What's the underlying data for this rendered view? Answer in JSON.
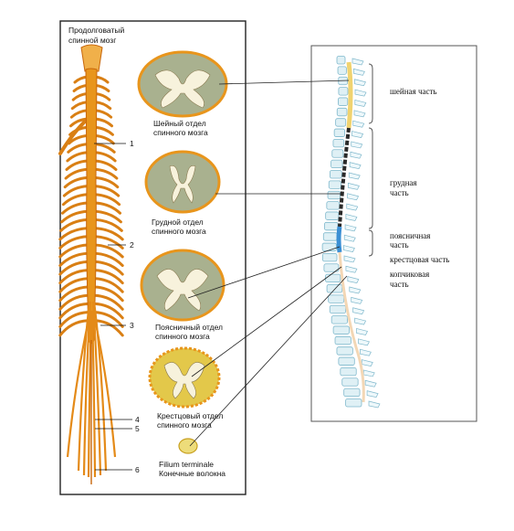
{
  "left_panel": {
    "top_label_line1": "Продолговатый",
    "top_label_line2": "спинной мозг",
    "numbers": [
      "1",
      "2",
      "3",
      "4",
      "5",
      "6"
    ],
    "sections": [
      {
        "line1": "Шейный отдел",
        "line2": "спинного мозга"
      },
      {
        "line1": "Грудной отдел",
        "line2": "спинного мозга"
      },
      {
        "line1": "Поясничный отдел",
        "line2": "спинного мозга"
      },
      {
        "line1": "Крестцовый отдел",
        "line2": "спинного мозга"
      }
    ],
    "filum_line1": "Filium terminale",
    "filum_line2": "Конечные волокна"
  },
  "right_panel": {
    "labels": [
      {
        "line1": "шейная часть",
        "line2": ""
      },
      {
        "line1": "грудная",
        "line2": "часть"
      },
      {
        "line1": "поясничная",
        "line2": "часть"
      },
      {
        "line1": "крестцовая часть",
        "line2": ""
      },
      {
        "line1": "копчиковая",
        "line2": "часть"
      }
    ]
  },
  "colors": {
    "cord": "#e8951c",
    "cord_dark": "#c8670c",
    "grey_matter": "#a9b18f",
    "thoracic_canal": "#2a2a2a",
    "lumbar_canal": "#3b8fd4",
    "vertebra": "#bfe0ea",
    "cervical_canal": "#f0d370"
  }
}
